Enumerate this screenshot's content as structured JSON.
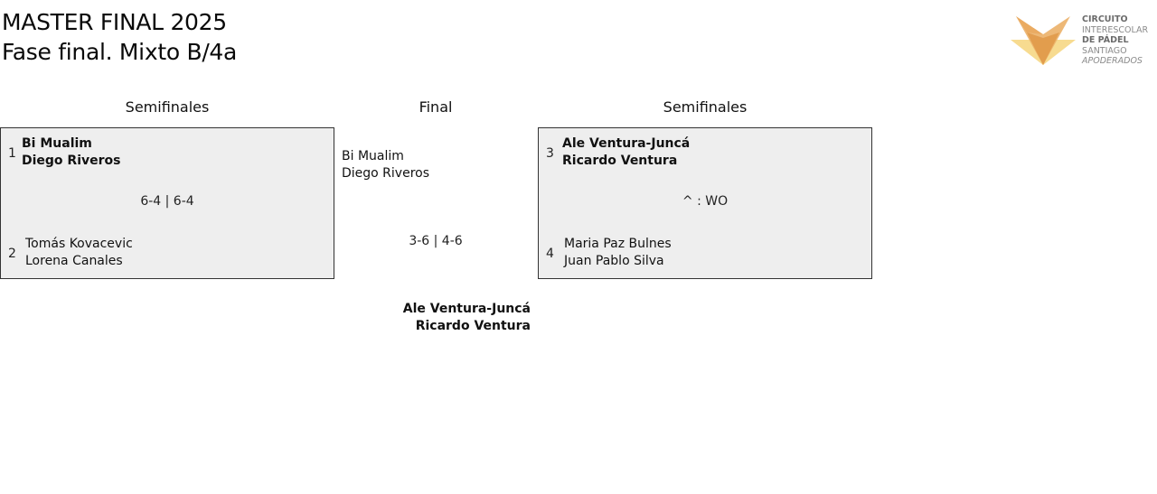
{
  "header": {
    "title_line1": "MASTER FINAL 2025",
    "title_line2": "Fase final. Mixto B/4a"
  },
  "logo": {
    "icon": "fox-logo-icon",
    "lines": [
      "CIRCUITO",
      "INTERESCOLAR",
      "DE PÁDEL",
      "SANTIAGO",
      "APODERADOS"
    ],
    "colors": {
      "dark": "#e09a4a",
      "mid": "#ebb068",
      "light": "#f7d98a"
    }
  },
  "rounds": {
    "left_label": "Semifinales",
    "center_label": "Final",
    "right_label": "Semifinales"
  },
  "semifinal_left": {
    "team1": {
      "seed": "1",
      "player1": "Bi Mualim",
      "player2": "Diego Riveros",
      "winner": true
    },
    "score": "6-4 | 6-4",
    "team2": {
      "seed": "2",
      "player1": "Tomás Kovacevic",
      "player2": "Lorena Canales",
      "winner": false
    }
  },
  "semifinal_right": {
    "team1": {
      "seed": "3",
      "player1": "Ale Ventura-Juncá",
      "player2": "Ricardo Ventura",
      "winner": true
    },
    "score": "^ : WO",
    "team2": {
      "seed": "4",
      "player1": "Maria Paz Bulnes",
      "player2": "Juan Pablo Silva",
      "winner": false
    }
  },
  "final": {
    "team1": {
      "player1": "Bi Mualim",
      "player2": "Diego Riveros",
      "winner": false
    },
    "score": "3-6 | 4-6",
    "team2": {
      "player1": "Ale Ventura-Juncá",
      "player2": "Ricardo Ventura",
      "winner": true
    }
  },
  "colors": {
    "box_bg": "#eeeeee",
    "box_border": "#333333"
  }
}
